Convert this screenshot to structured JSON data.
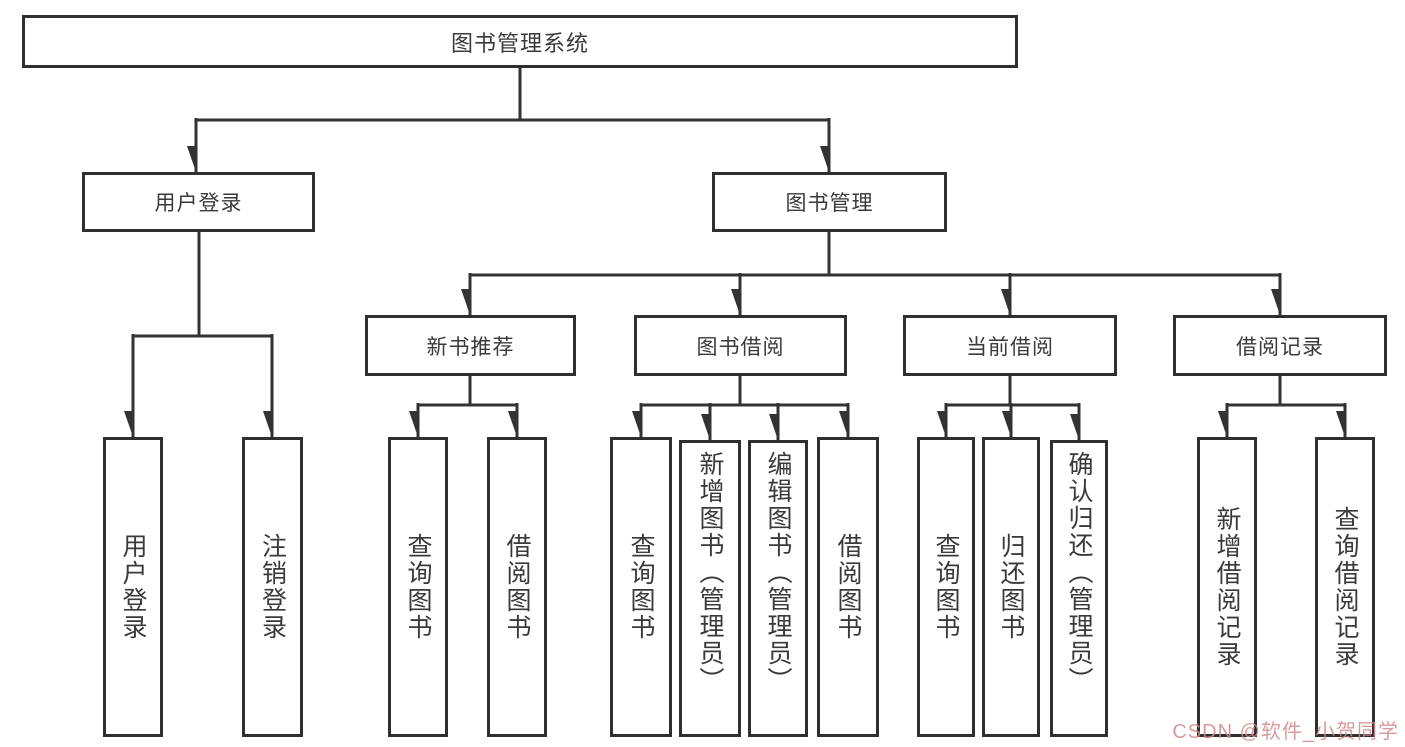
{
  "tree": {
    "label": "图书管理系统",
    "children": [
      {
        "label": "用户登录",
        "children": [
          {
            "label": "用户登录"
          },
          {
            "label": "注销登录"
          }
        ]
      },
      {
        "label": "图书管理",
        "children": [
          {
            "label": "新书推荐",
            "children": [
              {
                "label": "查询图书"
              },
              {
                "label": "借阅图书"
              }
            ]
          },
          {
            "label": "图书借阅",
            "children": [
              {
                "label": "查询图书"
              },
              {
                "label": "新增图书（管理员）"
              },
              {
                "label": "编辑图书（管理员）"
              },
              {
                "label": "借阅图书"
              }
            ]
          },
          {
            "label": "当前借阅",
            "children": [
              {
                "label": "查询图书"
              },
              {
                "label": "归还图书"
              },
              {
                "label": "确认归还（管理员）"
              }
            ]
          },
          {
            "label": "借阅记录",
            "children": [
              {
                "label": "新增借阅记录"
              },
              {
                "label": "查询借阅记录"
              }
            ]
          }
        ]
      }
    ]
  },
  "watermark": {
    "text": "CSDN @软件_小贺同学",
    "color": "#d18a8a"
  },
  "colors": {
    "line": "#333333",
    "box_border": "#2f2f2f",
    "text": "#3a3a3a",
    "background": "#ffffff"
  }
}
